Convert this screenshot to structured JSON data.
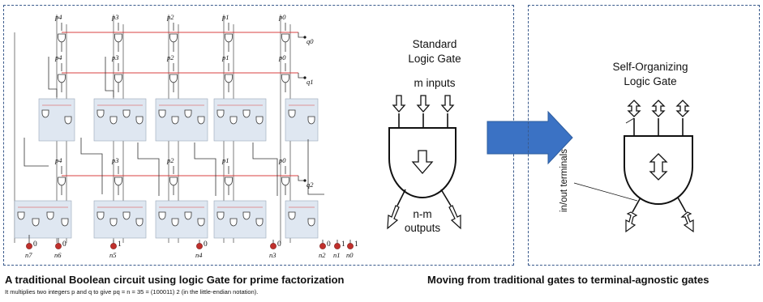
{
  "left_caption": {
    "title": "A traditional Boolean circuit using logic Gate for prime factorization",
    "subtitle": "It multiplies two integers p and q to give pq = n = 35 = (100011) 2 (in the little-endian notation)."
  },
  "right_caption": "Moving from traditional gates to terminal-agnostic gates",
  "standard_gate": {
    "title_line1": "Standard",
    "title_line2": "Logic Gate",
    "inputs_label": "m inputs",
    "outputs_label_line1": "n-m",
    "outputs_label_line2": "outputs"
  },
  "self_organizing_gate": {
    "title_line1": "Self-Organizing",
    "title_line2": "Logic Gate",
    "terminal_label": "in/out terminals"
  },
  "circuit": {
    "p_labels_row1": [
      "p4",
      "p3",
      "p2",
      "p1",
      "p0"
    ],
    "p_labels_row2": [
      "p4",
      "p3",
      "p2",
      "p1",
      "p0"
    ],
    "p_labels_row3": [
      "p4",
      "p3",
      "p2",
      "p1",
      "p0"
    ],
    "q_labels": [
      "q0",
      "q1",
      "q2"
    ],
    "output_values": [
      "0",
      "0",
      "1",
      "0",
      "0",
      "0",
      "1",
      "1"
    ],
    "output_labels": [
      "n7",
      "n6",
      "n5",
      "n4",
      "n3",
      "n2",
      "n1",
      "n0"
    ]
  },
  "colors": {
    "arrow_blue": "#3b72c4",
    "frame": "#3a5a8c",
    "adder_fill": "#dfe7f1",
    "wire_red": "#d94040",
    "terminal_red": "#c0302c"
  }
}
